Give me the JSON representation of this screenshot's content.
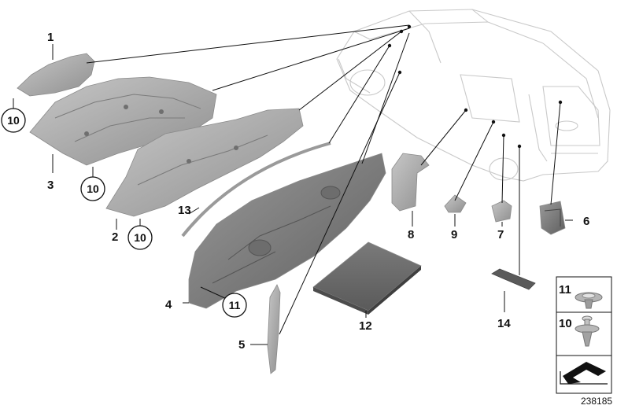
{
  "callouts": {
    "c1": "1",
    "c2": "2",
    "c3": "3",
    "c4": "4",
    "c5": "5",
    "c6": "6",
    "c7": "7",
    "c8": "8",
    "c9": "9",
    "c12": "12",
    "c13": "13",
    "c14": "14"
  },
  "circled": {
    "c10a": "10",
    "c10b": "10",
    "c10c": "10",
    "c11": "11"
  },
  "legend": {
    "label_11": "11",
    "label_10": "10"
  },
  "document_id": "238185"
}
